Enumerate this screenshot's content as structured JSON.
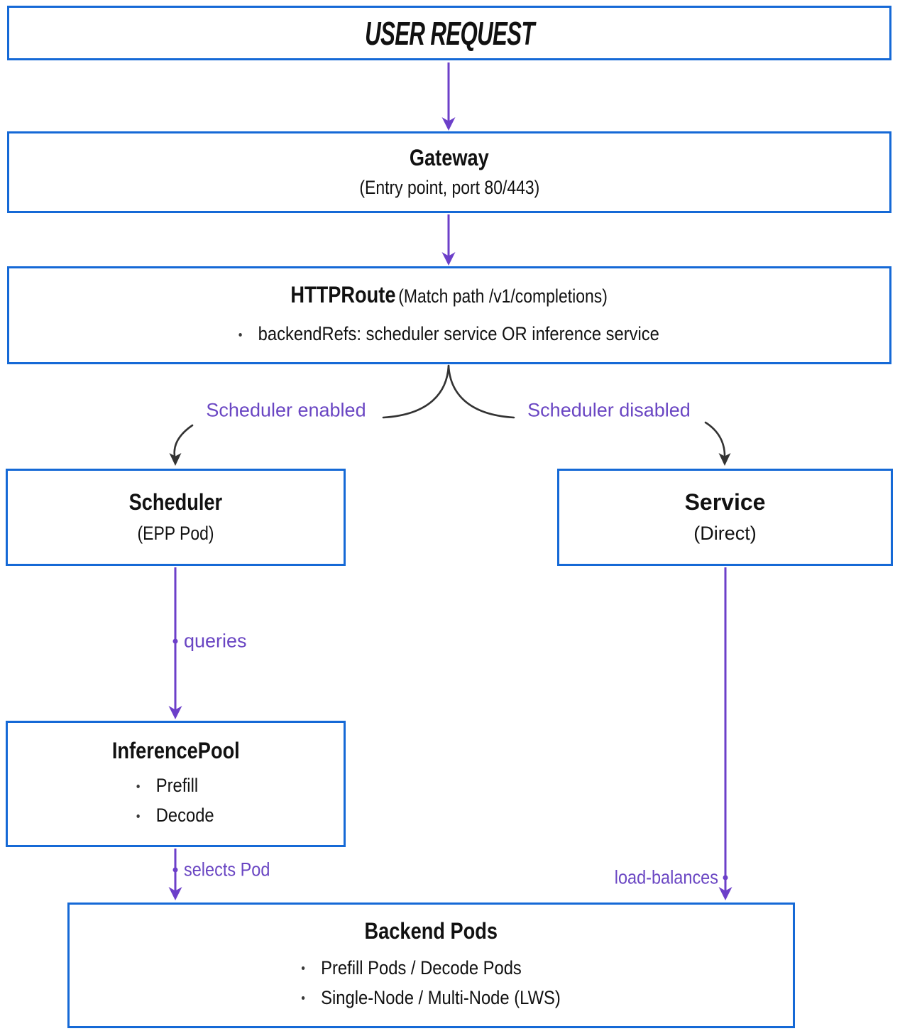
{
  "diagram": {
    "nodes": {
      "user_request": {
        "title": "USER REQUEST"
      },
      "gateway": {
        "title": "Gateway",
        "subtitle": "(Entry point, port 80/443)"
      },
      "httproute": {
        "title": "HTTPRoute",
        "title_note": "(Match path /v1/completions)",
        "bullets": [
          "backendRefs: scheduler service OR inference service"
        ]
      },
      "scheduler": {
        "title": "Scheduler",
        "subtitle": "(EPP Pod)"
      },
      "service": {
        "title": "Service",
        "subtitle": "(Direct)"
      },
      "inference_pool": {
        "title": "InferencePool",
        "bullets": [
          "Prefill",
          "Decode"
        ]
      },
      "backend_pods": {
        "title": "Backend Pods",
        "bullets": [
          "Prefill Pods / Decode Pods",
          "Single-Node / Multi-Node (LWS)"
        ]
      }
    },
    "edge_labels": {
      "scheduler_enabled": "Scheduler enabled",
      "scheduler_disabled": "Scheduler disabled",
      "queries": "queries",
      "selects_pod": "selects Pod",
      "load_balances": "load-balances"
    },
    "colors": {
      "box_border": "#1569d6",
      "arrow": "#6c3fc9",
      "edge_label": "#6a46c3",
      "branch_curve": "#333333",
      "text": "#111111"
    }
  }
}
